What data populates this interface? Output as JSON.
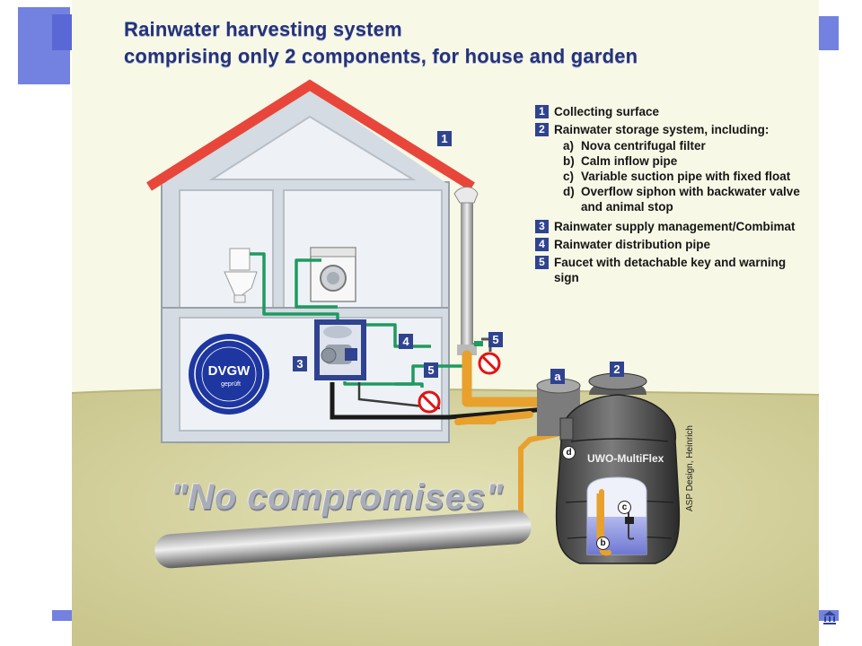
{
  "title": {
    "line1": "Rainwater harvesting system",
    "line2": "comprising only 2 components, for house and garden"
  },
  "legend": [
    {
      "number": "1",
      "label": "Collecting surface",
      "subitems": []
    },
    {
      "number": "2",
      "label": "Rainwater storage system, including:",
      "subitems": [
        {
          "letter": "a)",
          "text": "Nova centrifugal filter"
        },
        {
          "letter": "b)",
          "text": "Calm inflow pipe"
        },
        {
          "letter": "c)",
          "text": "Variable suction pipe with fixed float"
        },
        {
          "letter": "d)",
          "text": "Overflow siphon with backwater valve and animal stop"
        }
      ]
    },
    {
      "number": "3",
      "label": "Rainwater supply management/Combimat",
      "subitems": []
    },
    {
      "number": "4",
      "label": "Rainwater distribution pipe",
      "subitems": []
    },
    {
      "number": "5",
      "label": "Faucet with detachable key and warning sign",
      "subitems": []
    }
  ],
  "callouts": {
    "roof": "1",
    "tank": "2",
    "unit": "3",
    "pipe": "4",
    "faucet_outside": "5",
    "faucet_inside": "5",
    "filter": "a",
    "inflow": "b",
    "suction": "c",
    "overflow": "d"
  },
  "stamp": {
    "main": "DVGW",
    "sub": "geprüft"
  },
  "tank_label": "UWO-MultiFlex",
  "slogan": "\"No compromises\"",
  "credit": "ASP Design, Heinrich",
  "colors": {
    "roof": "#e8463a",
    "accent_blue": "#2f4390",
    "pipe_green": "#1f9a60",
    "pipe_orange": "#e8a12c",
    "ground": "#d6d39c",
    "slide_blue": "#7381e0"
  }
}
